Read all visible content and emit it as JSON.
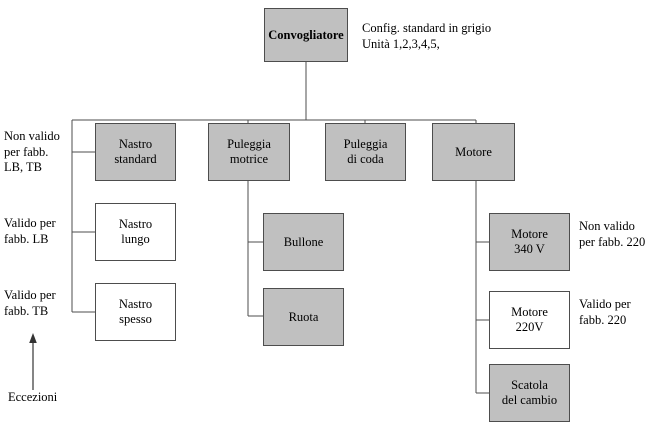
{
  "diagram": {
    "title_note": {
      "line1": "Config. standard in grigio",
      "line2": "Unità 1,2,3,4,5,"
    },
    "legend_color_filled": "#c0c0c0",
    "legend_color_plain": "#ffffff",
    "root": {
      "label": "Convogliatore",
      "style": "filled"
    },
    "level1": [
      {
        "id": "nastro-standard",
        "line1": "Nastro",
        "line2": "standard",
        "style": "filled"
      },
      {
        "id": "puleggia-motrice",
        "line1": "Puleggia",
        "line2": "motrice",
        "style": "filled"
      },
      {
        "id": "puleggia-di-coda",
        "line1": "Puleggia",
        "line2": "di coda",
        "style": "filled"
      },
      {
        "id": "motore",
        "line1": "Motore",
        "line2": "",
        "style": "filled"
      }
    ],
    "nastro_children": [
      {
        "id": "nastro-lungo",
        "line1": "Nastro",
        "line2": "lungo",
        "style": "plain"
      },
      {
        "id": "nastro-spesso",
        "line1": "Nastro",
        "line2": "spesso",
        "style": "plain"
      }
    ],
    "puleggia_children": [
      {
        "id": "bullone",
        "line1": "Bullone",
        "line2": "",
        "style": "filled"
      },
      {
        "id": "ruota",
        "line1": "Ruota",
        "line2": "",
        "style": "filled"
      }
    ],
    "motore_children": [
      {
        "id": "motore-340v",
        "line1": "Motore",
        "line2": "340 V",
        "style": "filled"
      },
      {
        "id": "motore-220v",
        "line1": "Motore",
        "line2": "220V",
        "style": "plain"
      },
      {
        "id": "scatola-cambio",
        "line1": "Scatola",
        "line2": "del cambio",
        "style": "filled"
      }
    ],
    "left_annotations": [
      {
        "id": "ann-non-valido-lb-tb",
        "line1": "Non valido",
        "line2": "per fabb.",
        "line3": "LB, TB"
      },
      {
        "id": "ann-valido-lb",
        "line1": "Valido per",
        "line2": "fabb. LB",
        "line3": ""
      },
      {
        "id": "ann-valido-tb",
        "line1": "Valido per",
        "line2": "fabb. TB",
        "line3": ""
      }
    ],
    "right_annotations": [
      {
        "id": "ann-non-valido-220",
        "line1": "Non valido",
        "line2": "per fabb. 220"
      },
      {
        "id": "ann-valido-220",
        "line1": "Valido per",
        "line2": "fabb. 220"
      }
    ],
    "exceptions_label": "Eccezioni"
  }
}
